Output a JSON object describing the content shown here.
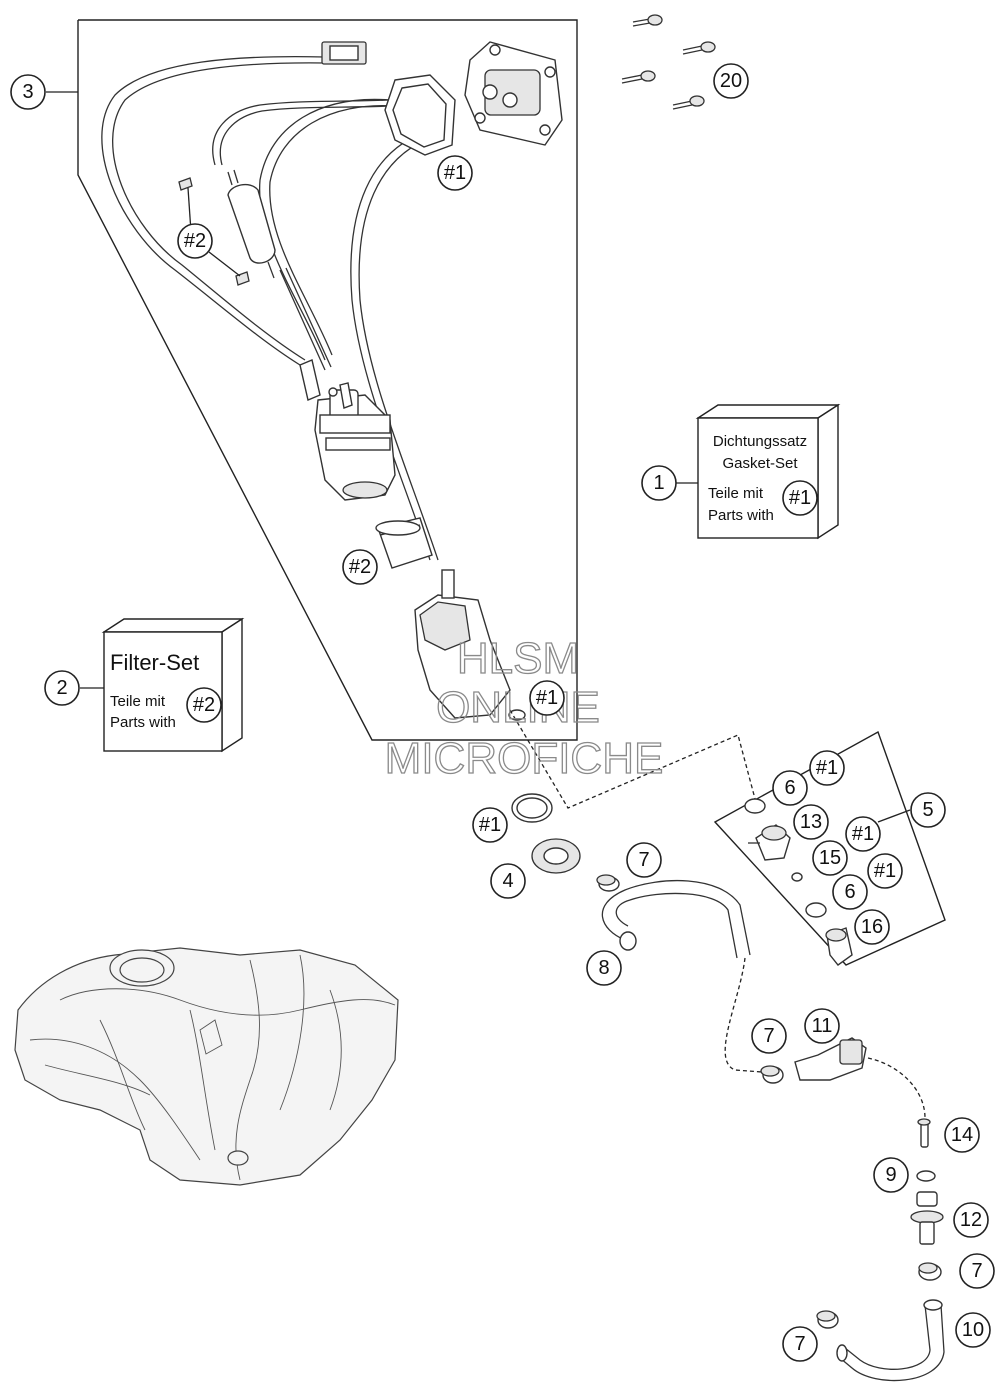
{
  "callouts": [
    {
      "id": "c1",
      "label": "1"
    },
    {
      "id": "c2",
      "label": "2"
    },
    {
      "id": "c3",
      "label": "3"
    },
    {
      "id": "c4",
      "label": "4"
    },
    {
      "id": "c5",
      "label": "5"
    },
    {
      "id": "c6a",
      "label": "6"
    },
    {
      "id": "c6b",
      "label": "6"
    },
    {
      "id": "c7a",
      "label": "7"
    },
    {
      "id": "c7b",
      "label": "7"
    },
    {
      "id": "c7c",
      "label": "7"
    },
    {
      "id": "c7d",
      "label": "7"
    },
    {
      "id": "c8",
      "label": "8"
    },
    {
      "id": "c9",
      "label": "9"
    },
    {
      "id": "c10",
      "label": "10"
    },
    {
      "id": "c11",
      "label": "11"
    },
    {
      "id": "c12",
      "label": "12"
    },
    {
      "id": "c13",
      "label": "13"
    },
    {
      "id": "c14",
      "label": "14"
    },
    {
      "id": "c15",
      "label": "15"
    },
    {
      "id": "c16",
      "label": "16"
    },
    {
      "id": "c20",
      "label": "20"
    },
    {
      "id": "h1a",
      "label": "#1"
    },
    {
      "id": "h1b",
      "label": "#1"
    },
    {
      "id": "h1c",
      "label": "#1"
    },
    {
      "id": "h1d",
      "label": "#1"
    },
    {
      "id": "h1e",
      "label": "#1"
    },
    {
      "id": "h1f",
      "label": "#1"
    },
    {
      "id": "h2a",
      "label": "#2"
    },
    {
      "id": "h2b",
      "label": "#2"
    }
  ],
  "gasket_box": {
    "line1": "Dichtungssatz",
    "line2": "Gasket-Set",
    "line3": "Teile mit",
    "line4": "Parts with",
    "ref": "#1"
  },
  "filter_box": {
    "title": "Filter-Set",
    "line1": "Teile mit",
    "line2": "Parts with",
    "ref": "#2"
  },
  "watermark": {
    "line1": "HLSM",
    "line2": "ONLINE",
    "line3": "MICROFICHE"
  }
}
